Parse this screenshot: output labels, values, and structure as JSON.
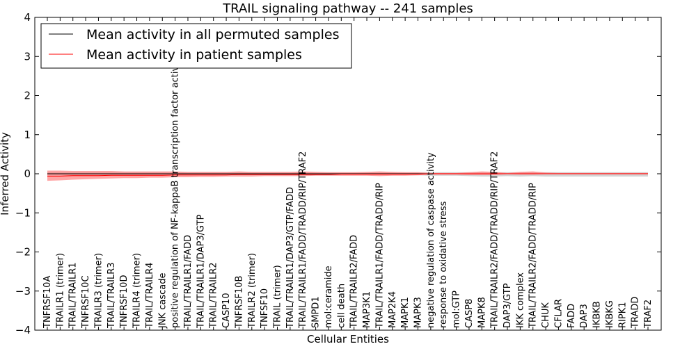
{
  "chart_data": {
    "type": "line",
    "title": "TRAIL signaling pathway -- 241 samples",
    "xlabel": "Cellular Entities",
    "ylabel": "Inferred Activity",
    "ylim": [
      -4,
      4
    ],
    "yticks": [
      -4,
      -3,
      -2,
      -1,
      0,
      1,
      2,
      3,
      4
    ],
    "ytick_labels": [
      "−4",
      "−3",
      "−2",
      "−1",
      "0",
      "1",
      "2",
      "3",
      "4"
    ],
    "grid": false,
    "legend_position": "top-left",
    "categories": [
      "TNFRSF10A",
      "TRAILR1 (trimer)",
      "TRAIL/TRAILR1",
      "TNFRSF10C",
      "TRAILR3 (trimer)",
      "TRAIL/TRAILR3",
      "TNFRSF10D",
      "TRAILR4 (trimer)",
      "TRAIL/TRAILR4",
      "JNK cascade",
      "positive regulation of NF-kappaB transcription factor activity",
      "TRAIL/TRAILR1/FADD",
      "TRAIL/TRAILR1/DAP3/GTP",
      "TRAIL/TRAILR2",
      "CASP10",
      "TNFRSF10B",
      "TRAILR2 (trimer)",
      "TNFSF10",
      "TRAIL (trimer)",
      "TRAIL/TRAILR1/DAP3/GTP/FADD",
      "TRAIL/TRAILR1/FADD/TRADD/RIP/TRAF2",
      "SMPD1",
      "mol:ceramide",
      "cell death",
      "TRAIL/TRAILR2/FADD",
      "MAP3K1",
      "TRAIL/TRAILR1/FADD/TRADD/RIP",
      "MAP2K4",
      "MAPK1",
      "MAPK3",
      "negative regulation of caspase activity",
      "response to oxidative stress",
      "mol:GTP",
      "CASP8",
      "MAPK8",
      "TRAIL/TRAILR2/FADD/TRADD/RIP/TRAF2",
      "DAP3/GTP",
      "IKK complex",
      "TRAIL/TRAILR2/FADD/TRADD/RIP",
      "CHUK",
      "CFLAR",
      "FADD",
      "DAP3",
      "IKBKB",
      "IKBKG",
      "RIPK1",
      "TRADD",
      "TRAF2"
    ],
    "series": [
      {
        "name": "Mean activity in all permuted samples",
        "color": "#000000",
        "band_color": "#b0b0b0",
        "values": [
          0,
          0,
          0,
          0,
          0,
          0,
          0,
          0,
          0,
          0,
          0,
          0,
          0,
          0,
          0,
          0,
          0,
          0,
          0,
          0,
          0,
          0,
          0,
          0,
          0,
          0,
          0,
          0,
          0,
          0,
          0,
          0,
          0,
          0,
          0,
          0,
          0,
          0,
          0,
          0,
          0,
          0,
          0,
          0,
          0,
          0,
          0,
          0
        ],
        "band_lower": [
          -0.04,
          -0.04,
          -0.04,
          -0.04,
          -0.04,
          -0.04,
          -0.04,
          -0.04,
          -0.04,
          -0.04,
          -0.04,
          -0.04,
          -0.04,
          -0.04,
          -0.04,
          -0.04,
          -0.04,
          -0.04,
          -0.04,
          -0.04,
          -0.04,
          -0.04,
          -0.04,
          -0.04,
          -0.04,
          -0.04,
          -0.04,
          -0.04,
          -0.04,
          -0.04,
          -0.05,
          -0.05,
          -0.05,
          -0.06,
          -0.07,
          -0.07,
          -0.06,
          -0.07,
          -0.06,
          -0.07,
          -0.07,
          -0.07,
          -0.07,
          -0.07,
          -0.07,
          -0.07,
          -0.07,
          -0.07
        ],
        "band_upper": [
          0.04,
          0.04,
          0.04,
          0.04,
          0.04,
          0.04,
          0.04,
          0.04,
          0.04,
          0.04,
          0.04,
          0.04,
          0.04,
          0.04,
          0.04,
          0.04,
          0.04,
          0.04,
          0.04,
          0.04,
          0.04,
          0.04,
          0.04,
          0.04,
          0.04,
          0.04,
          0.04,
          0.04,
          0.04,
          0.04,
          0.04,
          0.04,
          0.04,
          0.04,
          0.04,
          0.04,
          0.04,
          0.04,
          0.04,
          0.04,
          0.04,
          0.04,
          0.04,
          0.04,
          0.04,
          0.04,
          0.04,
          0.04
        ]
      },
      {
        "name": "Mean activity in patient samples",
        "color": "#ff0000",
        "band_color": "#ff8080",
        "values": [
          -0.06,
          -0.06,
          -0.05,
          -0.05,
          -0.05,
          -0.04,
          -0.04,
          -0.04,
          -0.04,
          -0.04,
          -0.03,
          -0.03,
          -0.03,
          -0.03,
          -0.03,
          -0.02,
          -0.02,
          -0.02,
          -0.02,
          -0.02,
          -0.02,
          -0.02,
          -0.02,
          -0.01,
          -0.01,
          -0.01,
          -0.01,
          -0.01,
          -0.01,
          -0.01,
          0,
          0,
          0,
          0,
          0,
          0,
          0,
          0,
          0,
          0,
          0,
          0,
          0,
          0,
          0,
          0,
          0,
          0
        ],
        "band_lower": [
          -0.18,
          -0.17,
          -0.15,
          -0.14,
          -0.13,
          -0.12,
          -0.11,
          -0.11,
          -0.1,
          -0.1,
          -0.09,
          -0.09,
          -0.08,
          -0.08,
          -0.07,
          -0.07,
          -0.07,
          -0.06,
          -0.06,
          -0.06,
          -0.06,
          -0.05,
          -0.05,
          -0.05,
          -0.05,
          -0.05,
          -0.06,
          -0.05,
          -0.05,
          -0.04,
          -0.02,
          -0.02,
          -0.02,
          -0.03,
          -0.03,
          -0.03,
          -0.01,
          -0.02,
          -0.02,
          -0.01,
          -0.01,
          -0.01,
          -0.01,
          -0.01,
          -0.01,
          -0.01,
          -0.01,
          -0.01
        ],
        "band_upper": [
          0.08,
          0.08,
          0.07,
          0.07,
          0.07,
          0.07,
          0.06,
          0.06,
          0.06,
          0.06,
          0.06,
          0.05,
          0.05,
          0.05,
          0.05,
          0.06,
          0.05,
          0.05,
          0.05,
          0.05,
          0.06,
          0.05,
          0.04,
          0.04,
          0.04,
          0.05,
          0.06,
          0.05,
          0.04,
          0.04,
          0.02,
          0.02,
          0.02,
          0.04,
          0.06,
          0.05,
          0.02,
          0.05,
          0.06,
          0.03,
          0.02,
          0.02,
          0.02,
          0.02,
          0.02,
          0.02,
          0.02,
          0.02
        ]
      }
    ]
  }
}
